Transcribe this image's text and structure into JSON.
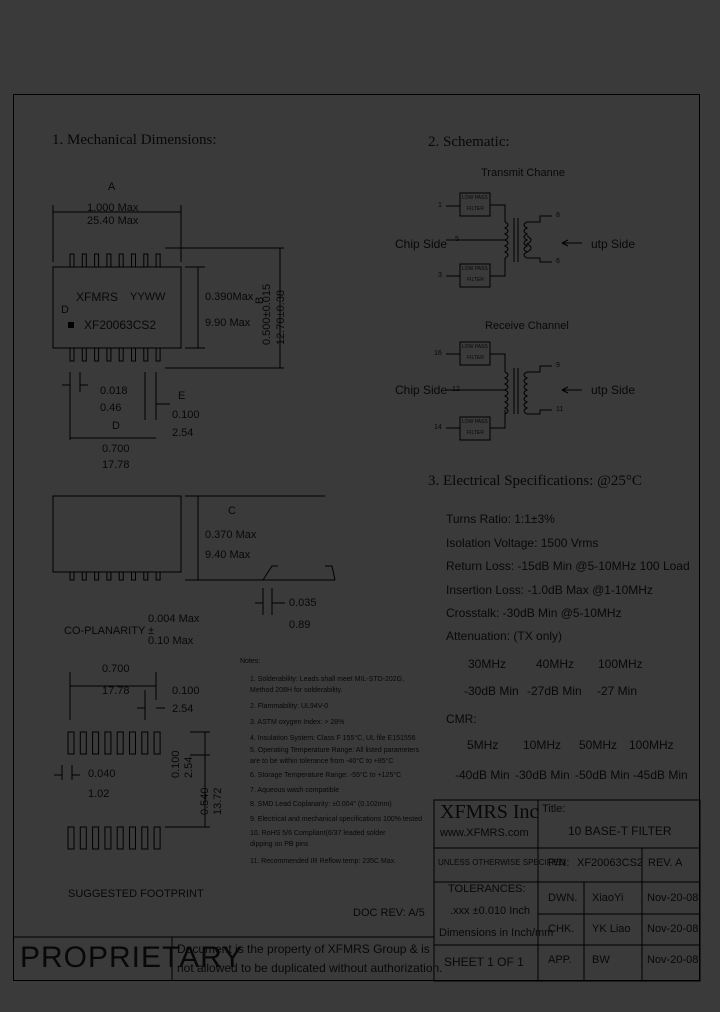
{
  "sections": {
    "mechanical": "1. Mechanical Dimensions:",
    "schematic": "2. Schematic:",
    "electrical": "3. Electrical Specifications: @25°C"
  },
  "mech": {
    "dimA_label": "A",
    "dimA_in": "1.000 Max",
    "dimA_mm": "25.40 Max",
    "body_brand": "XFMRS",
    "body_date": "YYWW",
    "body_pin1": "D",
    "body_part": "XF20063CS2",
    "h_in": "0.390Max",
    "h_mm": "9.90 Max",
    "dimB_label": "B",
    "dimB_in": "0.500±0.015",
    "dimB_mm": "12.70±0.38",
    "pin_w_in": "0.018",
    "pin_w_mm": "0.46",
    "dimE_label": "E",
    "pitch_in": "0.100",
    "pitch_mm": "2.54",
    "dimD_label": "D",
    "dimD_in": "0.700",
    "dimD_mm": "17.78",
    "dimC_label": "C",
    "dimC_in": "0.370 Max",
    "dimC_mm": "9.40 Max",
    "lead_in": "0.035",
    "lead_mm": "0.89",
    "coplan_label": "CO-PLANARITY ±",
    "coplan_in": "0.004 Max",
    "coplan_mm": "0.10 Max"
  },
  "footprint": {
    "w_in": "0.700",
    "w_mm": "17.78",
    "pitch_in": "0.100",
    "pitch_mm": "2.54",
    "pad_in": "0.040",
    "pad_mm": "1.02",
    "v1_in": "0.100",
    "v1_mm": "2.54",
    "v2_in": "0.540",
    "v2_mm": "13.72",
    "caption": "SUGGESTED FOOTPRINT"
  },
  "notes": {
    "title": "Notes:",
    "items": [
      "1. Solderability: Leads shall meet MIL-STD-202G,",
      "   Method 208H for solderability.",
      "2. Flammability: UL94V-0",
      "3. ASTM oxygen Index: > 28%",
      "4. Insulation System: Class F 155°C, UL file E151556",
      "5. Operating Temperature Range: All listed parameters",
      "   are to be within tolerance from -40°C to +85°C",
      "6. Storage Temperature Range: -55°C to +125°C",
      "7. Aqueous wash compatible",
      "8. SMD Lead Coplanarity: ±0.004\" (0.102mm)",
      "9. Electrical and mechanical specifications 100% tested",
      "10. RoHS 5/6 Compliant(6/37 leaded solder",
      "    dipping on PB pins",
      "11. Recommended IR Reflow temp: 235C Max."
    ],
    "doc_rev": "DOC REV: A/5"
  },
  "schematic": {
    "tx_title": "Transmit Channe",
    "rx_title": "Receive Channel",
    "chip_side": "Chip Side",
    "utp_side": "utp Side",
    "filter_l1": "LOW PASS",
    "filter_l2": "FILTER",
    "tx_pins": [
      "1",
      "5",
      "3",
      "8",
      "6"
    ],
    "rx_pins": [
      "16",
      "12",
      "14",
      "9",
      "11"
    ]
  },
  "electrical": {
    "turns": "Turns Ratio: 1:1±3%",
    "isolation": "Isolation Voltage: 1500 Vrms",
    "return_loss": "Return Loss: -15dB Min @5-10MHz 100 Load",
    "insertion": "Insertion Loss: -1.0dB Max @1-10MHz",
    "crosstalk": "Crosstalk: -30dB Min @5-10MHz",
    "attenuation": "Attenuation: (TX only)",
    "att_freqs": [
      "30MHz",
      "40MHz",
      "100MHz"
    ],
    "att_vals": [
      "-30dB Min",
      "-27dB Min",
      "-27 Min"
    ],
    "cmr": "CMR:",
    "cmr_freqs": [
      "5MHz",
      "10MHz",
      "50MHz",
      "100MHz"
    ],
    "cmr_vals": [
      "-40dB Min",
      "-30dB Min",
      "-50dB Min",
      "-45dB Min"
    ]
  },
  "titleblock": {
    "company": "XFMRS Inc",
    "url": "www.XFMRS.com",
    "title_label": "Title:",
    "title": "10 BASE-T FILTER",
    "unless": "UNLESS OTHERWISE SPECIFIED",
    "tol": "TOLERANCES:",
    "tol_val": ".xxx ±0.010 Inch",
    "dims": "Dimensions in Inch/mm",
    "sheet": "SHEET 1 OF 1",
    "pn_label": "P/N:",
    "pn": "XF20063CS2",
    "rev": "REV. A",
    "dwn_label": "DWN.",
    "dwn_name": "XiaoYi",
    "dwn_date": "Nov-20-08",
    "chk_label": "CHK.",
    "chk_name": "YK Liao",
    "chk_date": "Nov-20-08",
    "app_label": "APP.",
    "app_name": "BW",
    "app_date": "Nov-20-08"
  },
  "footer": {
    "proprietary": "PROPRIETARY",
    "notice_1": "Document is the property of XFMRS Group & is",
    "notice_2": "not allowed to be duplicated without authorization."
  }
}
